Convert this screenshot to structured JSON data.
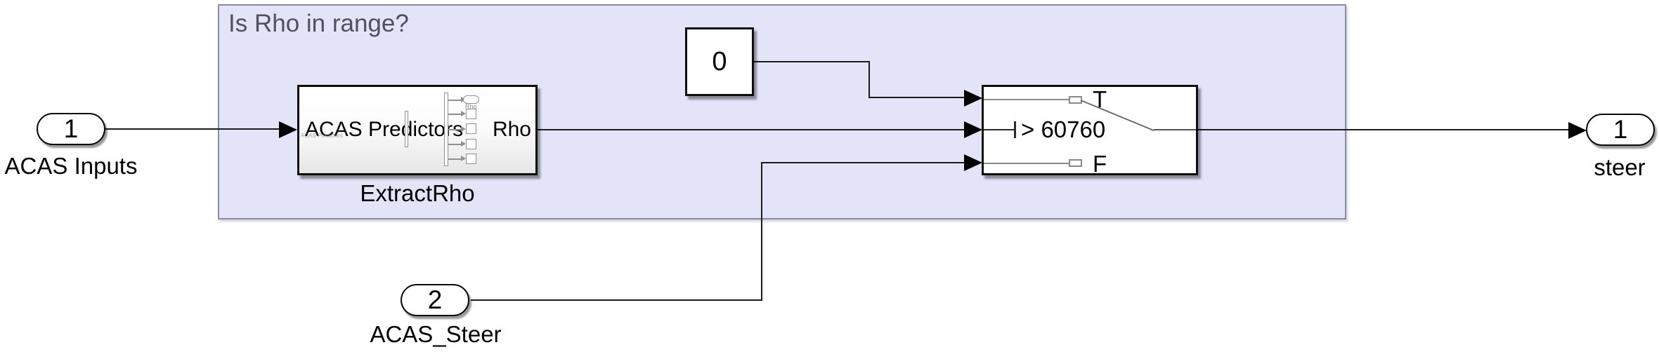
{
  "area": {
    "title": "Is Rho in range?"
  },
  "ports": {
    "acas_inputs": {
      "number": "1",
      "label": "ACAS Inputs"
    },
    "acas_steer": {
      "number": "2",
      "label": "ACAS_Steer"
    },
    "steer": {
      "number": "1",
      "label": "steer"
    }
  },
  "blocks": {
    "constant": {
      "value": "0"
    },
    "extract_rho": {
      "input_port_label": "ACAS Predictors",
      "output_port_label": "Rho",
      "name": "ExtractRho",
      "preview": {
        "label": "ACAS Predictors",
        "port_tag": "Rho"
      }
    },
    "switch": {
      "true_port": "T",
      "criteria": "> 60760",
      "false_port": "F"
    }
  },
  "colors": {
    "area_fill": "#e4e4f8",
    "area_border": "#8a8aa4",
    "title_text": "#50505f",
    "wire": "#1b1b1b"
  }
}
